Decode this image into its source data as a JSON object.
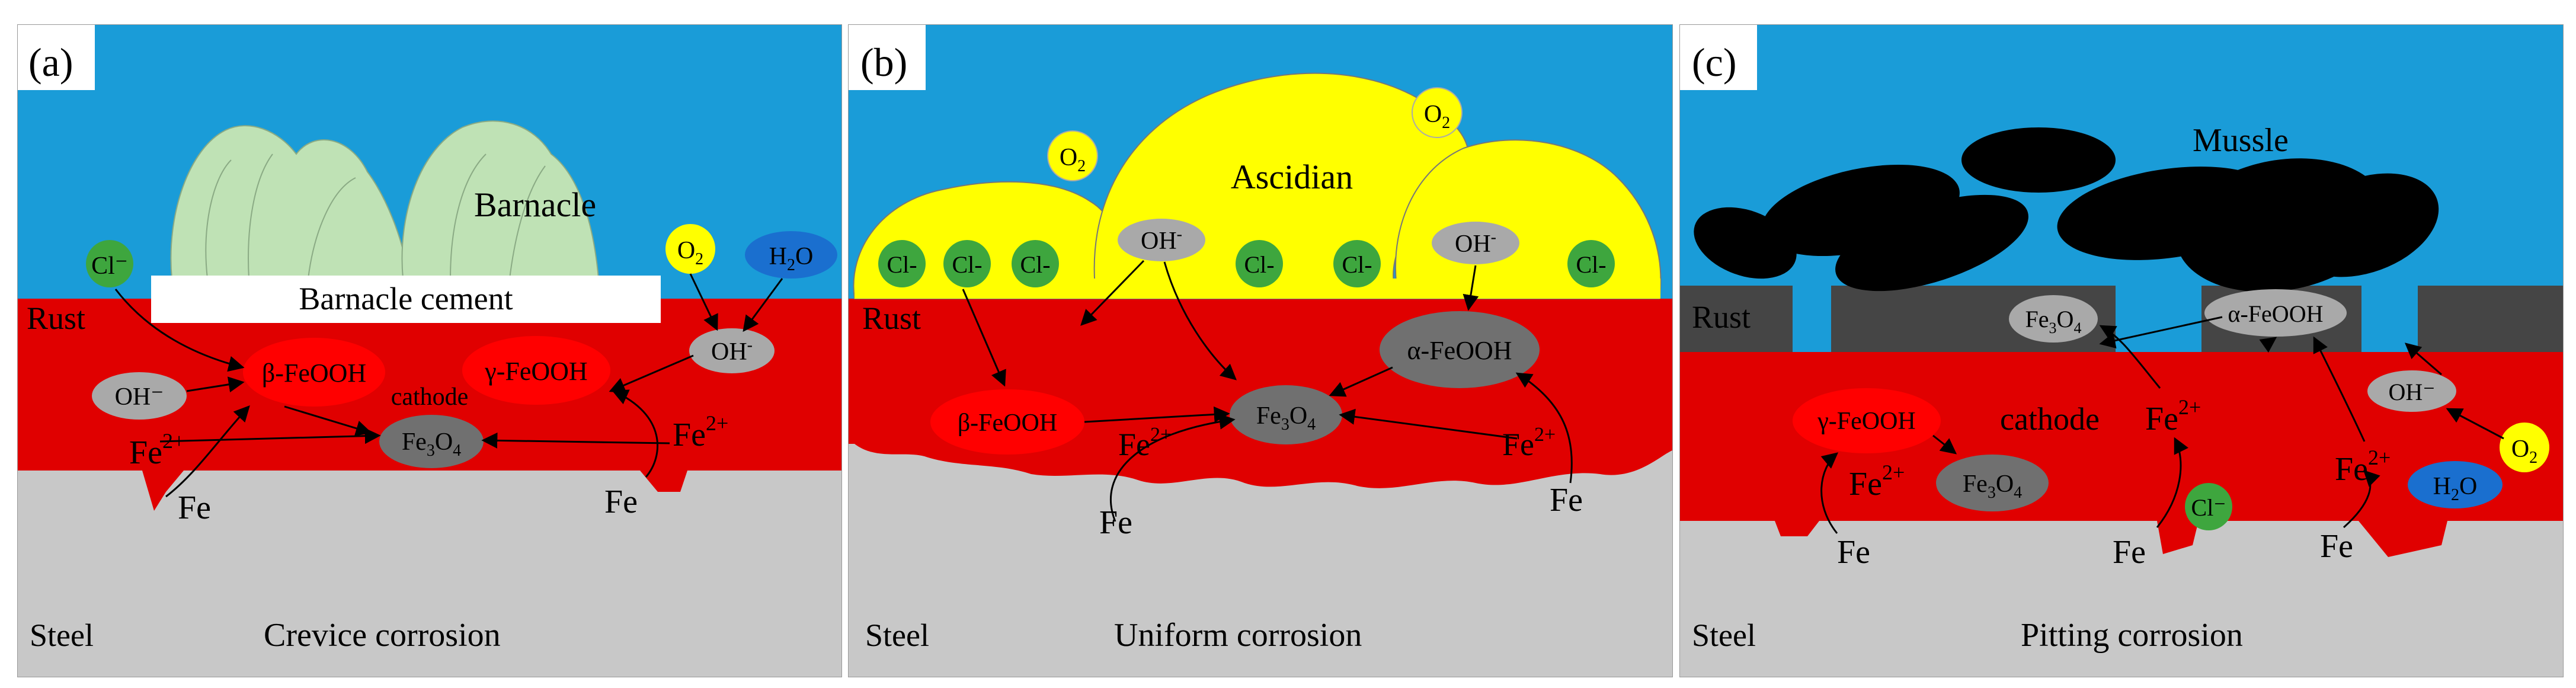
{
  "panels": [
    {
      "letter": "(a)",
      "layers": {
        "rust": "Rust",
        "steel": "Steel"
      },
      "caption": "Crevice corrosion",
      "organism": "Barnacle",
      "cement": "Barnacle cement",
      "species": {
        "cl": "Cl⁻",
        "o2": "O",
        "o2_sub": "2",
        "h2o_h": "H",
        "h2o_sub": "2",
        "h2o_o": "O",
        "oh_right": "OH",
        "oh_right_sup": "-",
        "oh_left": "OH⁻",
        "beta": "β-FeOOH",
        "gamma": "γ-FeOOH",
        "cathode": "cathode",
        "fe3o4_base": "Fe",
        "fe3o4_s1": "3",
        "fe3o4_mid": "O",
        "fe3o4_s2": "4",
        "fe2_left": "Fe",
        "fe2_left_sup": "2+",
        "fe2_right": "Fe",
        "fe2_right_sup": "2+",
        "fe_left": "Fe",
        "fe_right": "Fe"
      }
    },
    {
      "letter": "(b)",
      "layers": {
        "rust": "Rust",
        "steel": "Steel"
      },
      "caption": "Uniform corrosion",
      "organism": "Ascidian",
      "species": {
        "o2a": "O",
        "o2a_sub": "2",
        "o2b": "O",
        "o2b_sub": "2",
        "cl1": "Cl-",
        "cl2": "Cl-",
        "cl3": "Cl-",
        "cl4": "Cl-",
        "cl5": "Cl-",
        "cl6": "Cl-",
        "oh1": "OH",
        "oh1_sup": "-",
        "oh2": "OH",
        "oh2_sup": "-",
        "alpha": "α-FeOOH",
        "beta": "β-FeOOH",
        "fe3o4_base": "Fe",
        "fe3o4_s1": "3",
        "fe3o4_mid": "O",
        "fe3o4_s2": "4",
        "fe2_mid": "Fe",
        "fe2_mid_sup": "2+",
        "fe2_right": "Fe",
        "fe2_right_sup": "2+",
        "fe_left": "Fe",
        "fe_right": "Fe"
      }
    },
    {
      "letter": "(c)",
      "layers": {
        "rust": "Rust",
        "steel": "Steel"
      },
      "caption": "Pitting corrosion",
      "organism": "Mussle",
      "species": {
        "fe3o4_base": "Fe",
        "fe3o4_s1": "3",
        "fe3o4_mid": "O",
        "fe3o4_s2": "4",
        "fe3o4b_base": "Fe",
        "fe3o4b_s1": "3",
        "fe3o4b_mid": "O",
        "fe3o4b_s2": "4",
        "alpha": "α-FeOOH",
        "gamma": "γ-FeOOH",
        "cathode": "cathode",
        "oh": "OH⁻",
        "o2": "O",
        "o2_sub": "2",
        "h2o_h": "H",
        "h2o_sub": "2",
        "h2o_o": "O",
        "cl": "Cl⁻",
        "fe2_a": "Fe",
        "fe2_a_sup": "2+",
        "fe2_b": "Fe",
        "fe2_b_sup": "2+",
        "fe2_c": "Fe",
        "fe2_c_sup": "2+",
        "fe_a": "Fe",
        "fe_b": "Fe",
        "fe_c": "Fe"
      }
    }
  ],
  "colors": {
    "water": "#1a9cd8",
    "rust": "#e00000",
    "steel": "#c8c8c8",
    "barnacle": "#bfe2b5",
    "ascidian": "#ffff00",
    "mussel": "#000000",
    "grey_rust": "#454545",
    "chloride": "#3ea63e",
    "oxygen": "#ffff00",
    "water_molecule": "#1a6fcf",
    "oh": "#a9a9a9",
    "iron_oxide": "#707070",
    "feooh": "#ff0000"
  }
}
